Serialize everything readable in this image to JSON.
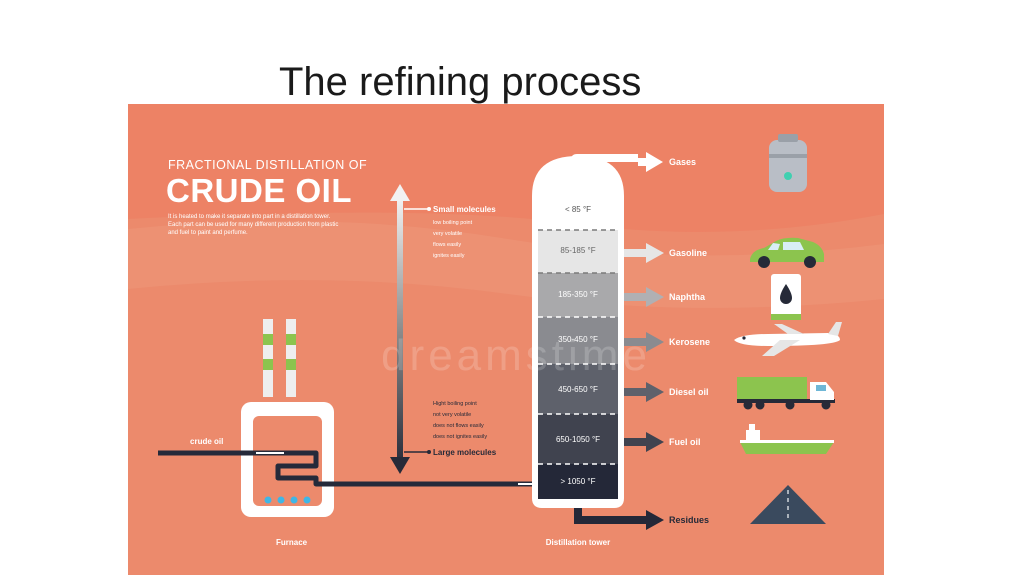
{
  "slide": {
    "title": "The refining process"
  },
  "infographic": {
    "heading_small": "FRACTIONAL DISTILLATION OF",
    "heading_big": "CRUDE OIL",
    "intro": [
      "It is heated to make it separate into part in a distillation tower.",
      "Each part can be used for many different production from plastic",
      "and fuel to paint and perfume."
    ],
    "scale": {
      "top_title": "Small molecules",
      "top_props": [
        "low boiling point",
        "very volatile",
        "flows easily",
        "ignites easily"
      ],
      "bottom_props": [
        "Hight boiling point",
        "not very volatile",
        "does not flows easily",
        "does not ignites easily"
      ],
      "bottom_title": "Large molecules"
    },
    "furnace_input": "crude oil",
    "furnace_label": "Furnace",
    "tower_label": "Distillation tower",
    "watermark": "dreamstime",
    "fractions": [
      {
        "temp": "< 85 °F",
        "product": "Gases",
        "icon": "gas-cylinder-icon"
      },
      {
        "temp": "85-185 °F",
        "product": "Gasoline",
        "icon": "car-icon"
      },
      {
        "temp": "185-350 °F",
        "product": "Naphtha",
        "icon": "oil-canister-icon"
      },
      {
        "temp": "350-450 °F",
        "product": "Kerosene",
        "icon": "airplane-icon"
      },
      {
        "temp": "450-650 °F",
        "product": "Diesel oil",
        "icon": "truck-icon"
      },
      {
        "temp": "650-1050 °F",
        "product": "Fuel oil",
        "icon": "ship-icon"
      },
      {
        "temp": "> 1050 °F",
        "product": "Residues",
        "icon": "road-icon"
      }
    ],
    "colors": {
      "background": "#ec8a6c",
      "panel_text": "#ffffff",
      "dark": "#252a3a",
      "green": "#8cc44e",
      "tower_light": "#e2e2e2",
      "tower_dark": "#242838"
    }
  }
}
